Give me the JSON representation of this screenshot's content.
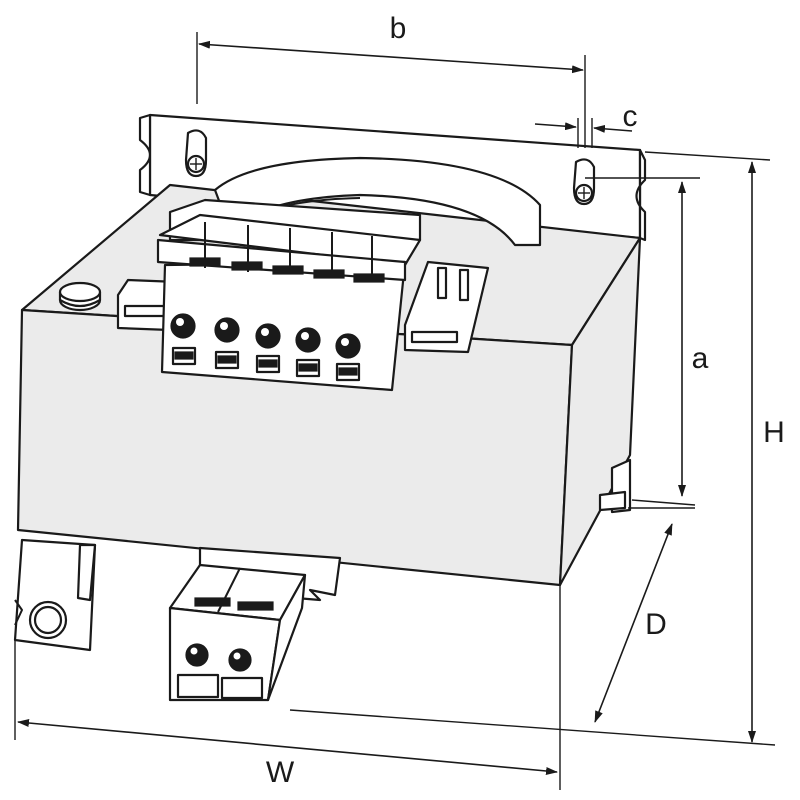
{
  "dimension_labels": {
    "b": "b",
    "c": "c",
    "a": "a",
    "H": "H",
    "D": "D",
    "W": "W"
  }
}
